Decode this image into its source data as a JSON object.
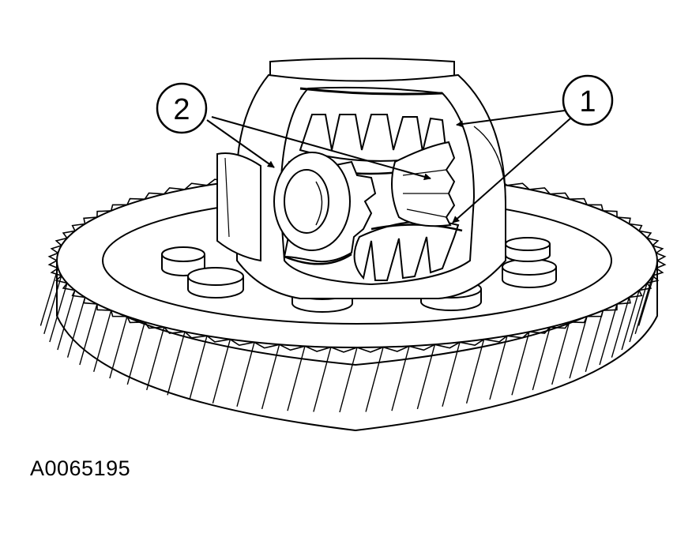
{
  "figure": {
    "id": "A0065195",
    "callouts": [
      {
        "number": "1"
      },
      {
        "number": "2"
      }
    ],
    "colors": {
      "ink": "#000000",
      "paper": "#ffffff"
    }
  }
}
